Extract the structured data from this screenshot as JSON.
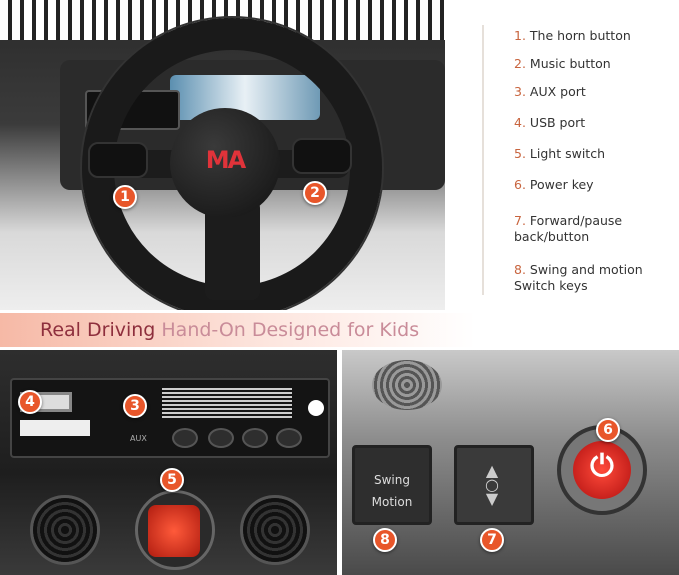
{
  "features": [
    {
      "num": "1.",
      "label": "The horn button"
    },
    {
      "num": "2.",
      "label": "Music button"
    },
    {
      "num": "3.",
      "label": "AUX port"
    },
    {
      "num": "4.",
      "label": "USB port"
    },
    {
      "num": "5.",
      "label": "Light switch"
    },
    {
      "num": "6.",
      "label": "Power key"
    },
    {
      "num": "7.",
      "label": "Forward/pause back/button"
    },
    {
      "num": "8.",
      "label": "Swing and motion Switch keys"
    }
  ],
  "banner": {
    "strong": "Real Driving",
    "rest": " Hand-On Designed for Kids"
  },
  "markers": [
    "1",
    "2",
    "3",
    "4",
    "5",
    "6",
    "7",
    "8"
  ],
  "photo_text": {
    "logo": "MA",
    "swing": "Swing",
    "motion": "Motion",
    "aux": "AUX"
  },
  "colors": {
    "accent": "#e8562a",
    "banner_dark": "#8e2f3d",
    "banner_light": "#c98c99"
  }
}
